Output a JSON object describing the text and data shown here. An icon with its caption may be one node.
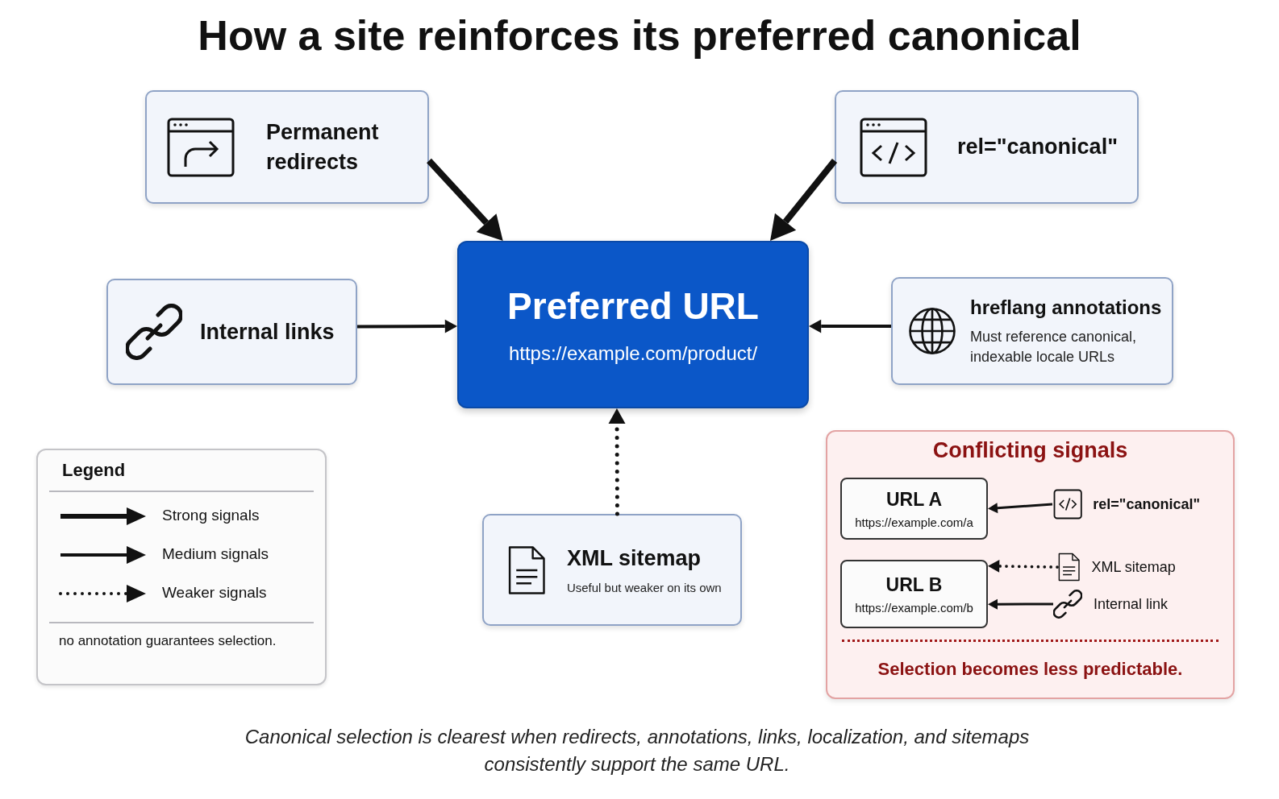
{
  "diagram": {
    "title": "How a site reinforces its preferred canonical",
    "caption": "Canonical selection is clearest when redirects, annotations, links, localization, and sitemaps consistently support the same URL.",
    "nodes": [
      {
        "text": [
          "Permanent redirects"
        ]
      },
      {
        "text": [
          "rel=\"canonical\""
        ]
      },
      {
        "text": [
          "Internal links"
        ]
      },
      {
        "text": [
          "Preferred URL",
          "https://example.com/product/"
        ]
      },
      {
        "text": [
          "hreflang annotations",
          "Must reference canonical, indexable locale URLs"
        ]
      },
      {
        "text": [
          "XML sitemap",
          "Useful but weaker on its own"
        ]
      },
      {
        "text": [
          "Conflicting signals",
          "Selection becomes less predictable."
        ]
      },
      {
        "text": [
          "URL A",
          "https://example.com/a"
        ],
        "in": 6
      },
      {
        "text": [
          "URL B",
          "https://example.com/b"
        ],
        "in": 6
      },
      {
        "text": [
          "rel=\"canonical\""
        ],
        "in": 6
      },
      {
        "text": [
          "XML sitemap"
        ],
        "in": 6
      },
      {
        "text": [
          "Internal link"
        ],
        "in": 6
      }
    ],
    "edges": [
      {
        "from": 0,
        "to": 3,
        "arrow": "to",
        "style": "thick"
      },
      {
        "from": 1,
        "to": 3,
        "arrow": "to",
        "style": "thick"
      },
      {
        "from": 2,
        "to": 3,
        "arrow": "to"
      },
      {
        "from": 4,
        "to": 3,
        "arrow": "to"
      },
      {
        "from": 5,
        "to": 3,
        "arrow": "to",
        "style": "dashed"
      },
      {
        "from": 9,
        "to": 7,
        "arrow": "to"
      },
      {
        "from": 10,
        "to": 8,
        "arrow": "to",
        "style": "dashed"
      },
      {
        "from": 11,
        "to": 8,
        "arrow": "to"
      }
    ],
    "labels": [
      "Legend",
      "no annotation guarantees selection."
    ],
    "legend": [
      {
        "text": "Strong signals"
      },
      {
        "text": "Medium signals"
      },
      {
        "text": "Weaker signals"
      }
    ]
  }
}
